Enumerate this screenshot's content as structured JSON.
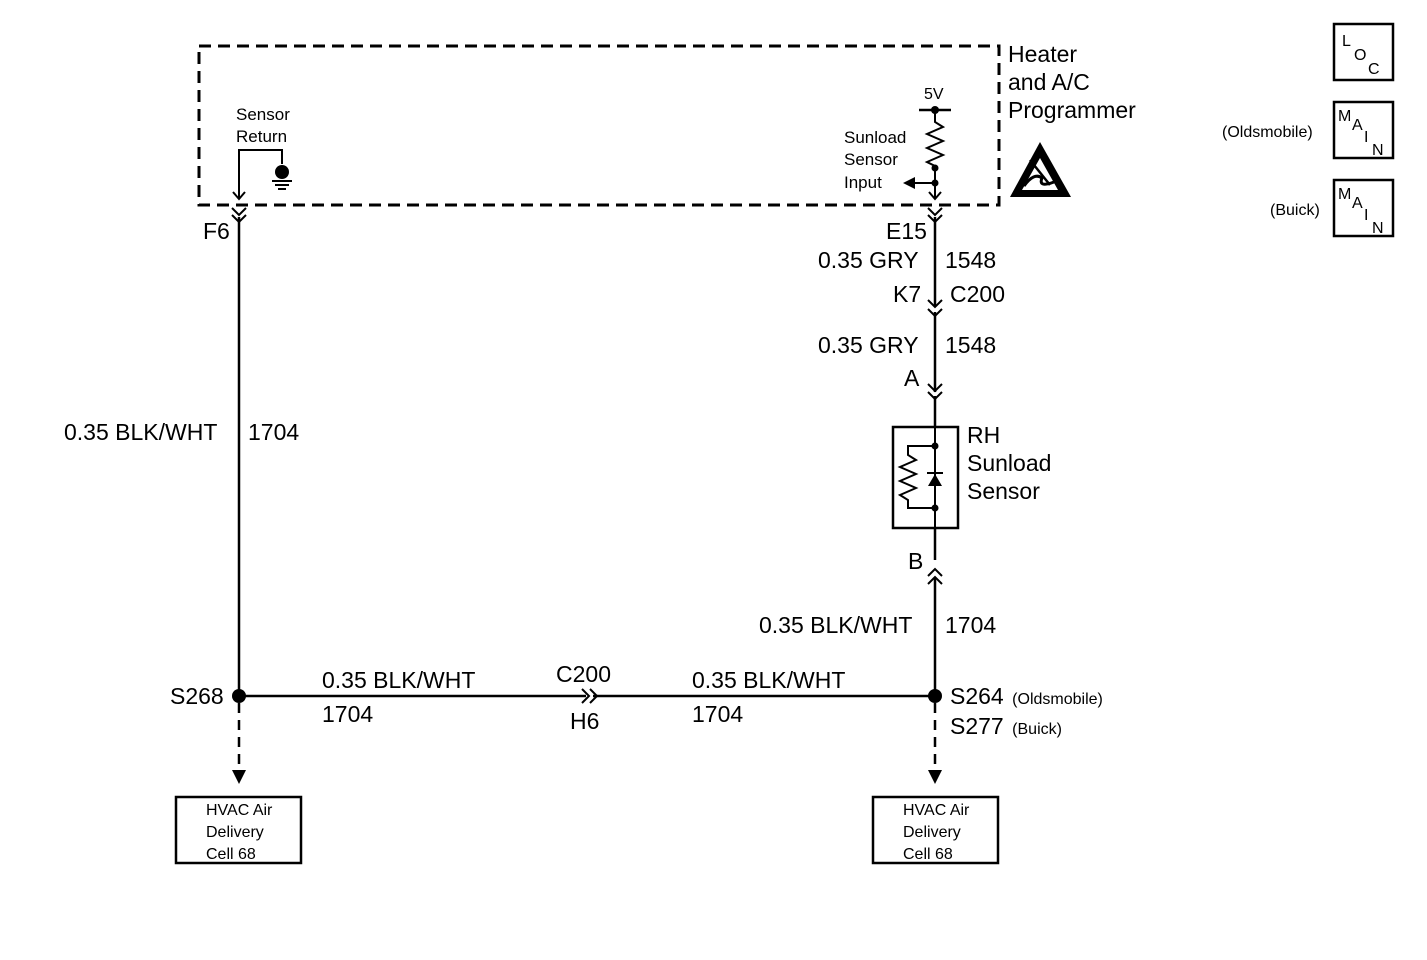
{
  "module": {
    "name_lines": [
      "Heater",
      "and A/C",
      "Programmer"
    ],
    "sensor_return_lines": [
      "Sensor",
      "Return"
    ],
    "sunload_input_lines": [
      "Sunload",
      "Sensor",
      "Input"
    ],
    "voltage": "5V",
    "esd_icon": "esd-warning-icon"
  },
  "connectors": {
    "f6": "F6",
    "e15": "E15",
    "k7": "K7",
    "c200_right": "C200",
    "a": "A",
    "b": "B",
    "c200_bottom": "C200",
    "h6": "H6"
  },
  "wires": {
    "gry_upper": {
      "gauge": "0.35 GRY",
      "circuit": "1548"
    },
    "gry_lower": {
      "gauge": "0.35 GRY",
      "circuit": "1548"
    },
    "left_vertical": {
      "gauge": "0.35 BLK/WHT",
      "circuit": "1704"
    },
    "right_lower": {
      "gauge": "0.35 BLK/WHT",
      "circuit": "1704"
    },
    "bottom_left": {
      "gauge": "0.35 BLK/WHT",
      "circuit": "1704"
    },
    "bottom_right": {
      "gauge": "0.35 BLK/WHT",
      "circuit": "1704"
    }
  },
  "sensor": {
    "name_lines": [
      "RH",
      "Sunload",
      "Sensor"
    ]
  },
  "splices": {
    "s268": "S268",
    "s264": "S264",
    "s264_note": "(Oldsmobile)",
    "s277": "S277",
    "s277_note": "(Buick)"
  },
  "references": {
    "left": [
      "HVAC Air",
      "Delivery",
      "Cell 68"
    ],
    "right": [
      "HVAC Air",
      "Delivery",
      "Cell 68"
    ]
  },
  "legend": {
    "loc": {
      "letters": [
        "L",
        "O",
        "C"
      ]
    },
    "main_olds": {
      "note": "(Oldsmobile)",
      "letters": [
        "M",
        "A",
        "I",
        "N"
      ]
    },
    "main_buick": {
      "note": "(Buick)",
      "letters": [
        "M",
        "A",
        "I",
        "N"
      ]
    }
  }
}
